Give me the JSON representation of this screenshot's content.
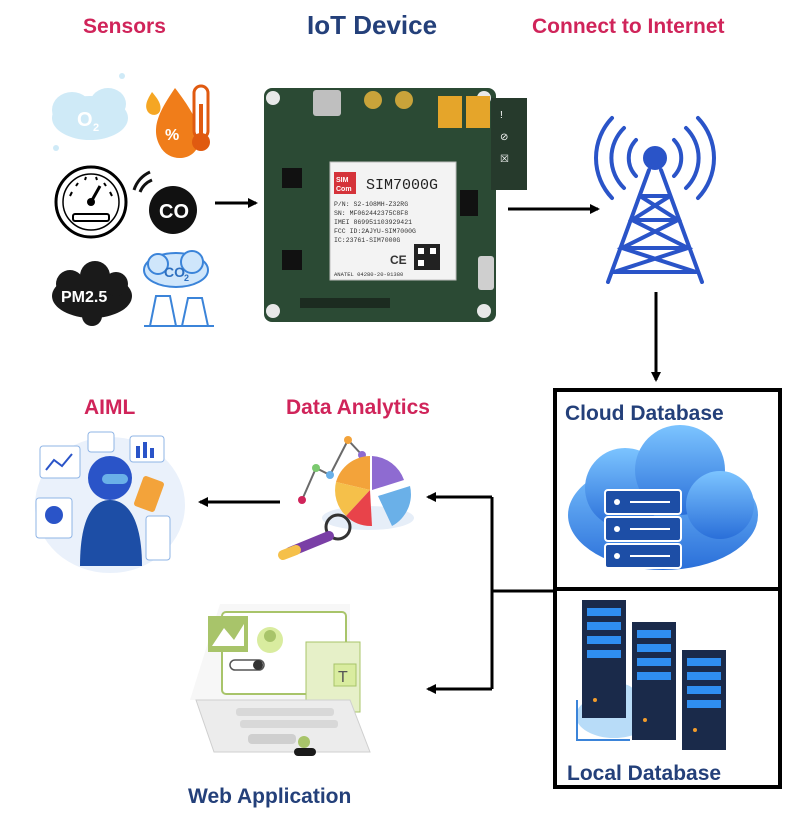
{
  "labels": {
    "sensors": "Sensors",
    "iot_device": "IoT Device",
    "connect": "Connect to Internet",
    "aiml": "AIML",
    "analytics": "Data Analytics",
    "cloud_db": "Cloud Database",
    "local_db": "Local Database",
    "web_app": "Web Application"
  },
  "sensor_icons": {
    "o2": "O",
    "o2_sub": "2",
    "co": "CO",
    "pm": "PM2.5",
    "co2": "CO",
    "co2_sub": "2",
    "temp_percent": "%"
  },
  "board": {
    "model": "SIM7000G",
    "brand_top": "SIM",
    "brand_bottom": "Com",
    "lines": [
      "P/N: S2-108MH-Z32RG",
      "SN: MF062442375C8F8",
      "IMEI 869951103929421",
      "FCC ID:2AJYU-SIM7000G",
      "IC:23761-SIM7000G"
    ],
    "anatel": "ANATEL 04280-20-01380",
    "ce": "CE"
  },
  "colors": {
    "title_pink": "#d0245a",
    "title_navy": "#24407a",
    "tower_blue": "#2a54c8",
    "cloud_blue": "#3b8ff0",
    "pcb_green": "#2b4a34"
  }
}
